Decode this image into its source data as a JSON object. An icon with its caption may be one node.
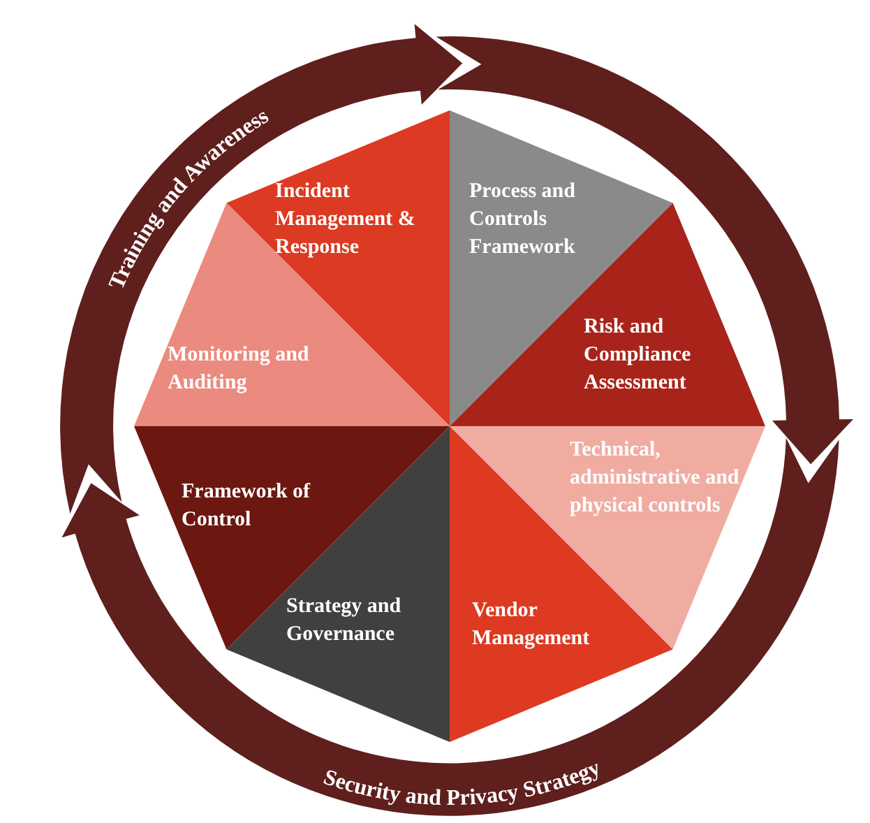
{
  "diagram": {
    "nodes": [
      {
        "text": [
          "Incident Management & Response"
        ]
      },
      {
        "text": [
          "Process and Controls Framework"
        ]
      },
      {
        "text": [
          "Risk and Compliance Assessment"
        ]
      },
      {
        "text": [
          "Technical, administrative and physical controls"
        ]
      },
      {
        "text": [
          "Vendor Management"
        ]
      },
      {
        "text": [
          "Strategy and Governance"
        ]
      },
      {
        "text": [
          "Framework of Control"
        ]
      },
      {
        "text": [
          "Monitoring and Auditing"
        ]
      }
    ],
    "labels": [
      "Training and Awareness",
      "Security and Privacy Strategy"
    ]
  }
}
